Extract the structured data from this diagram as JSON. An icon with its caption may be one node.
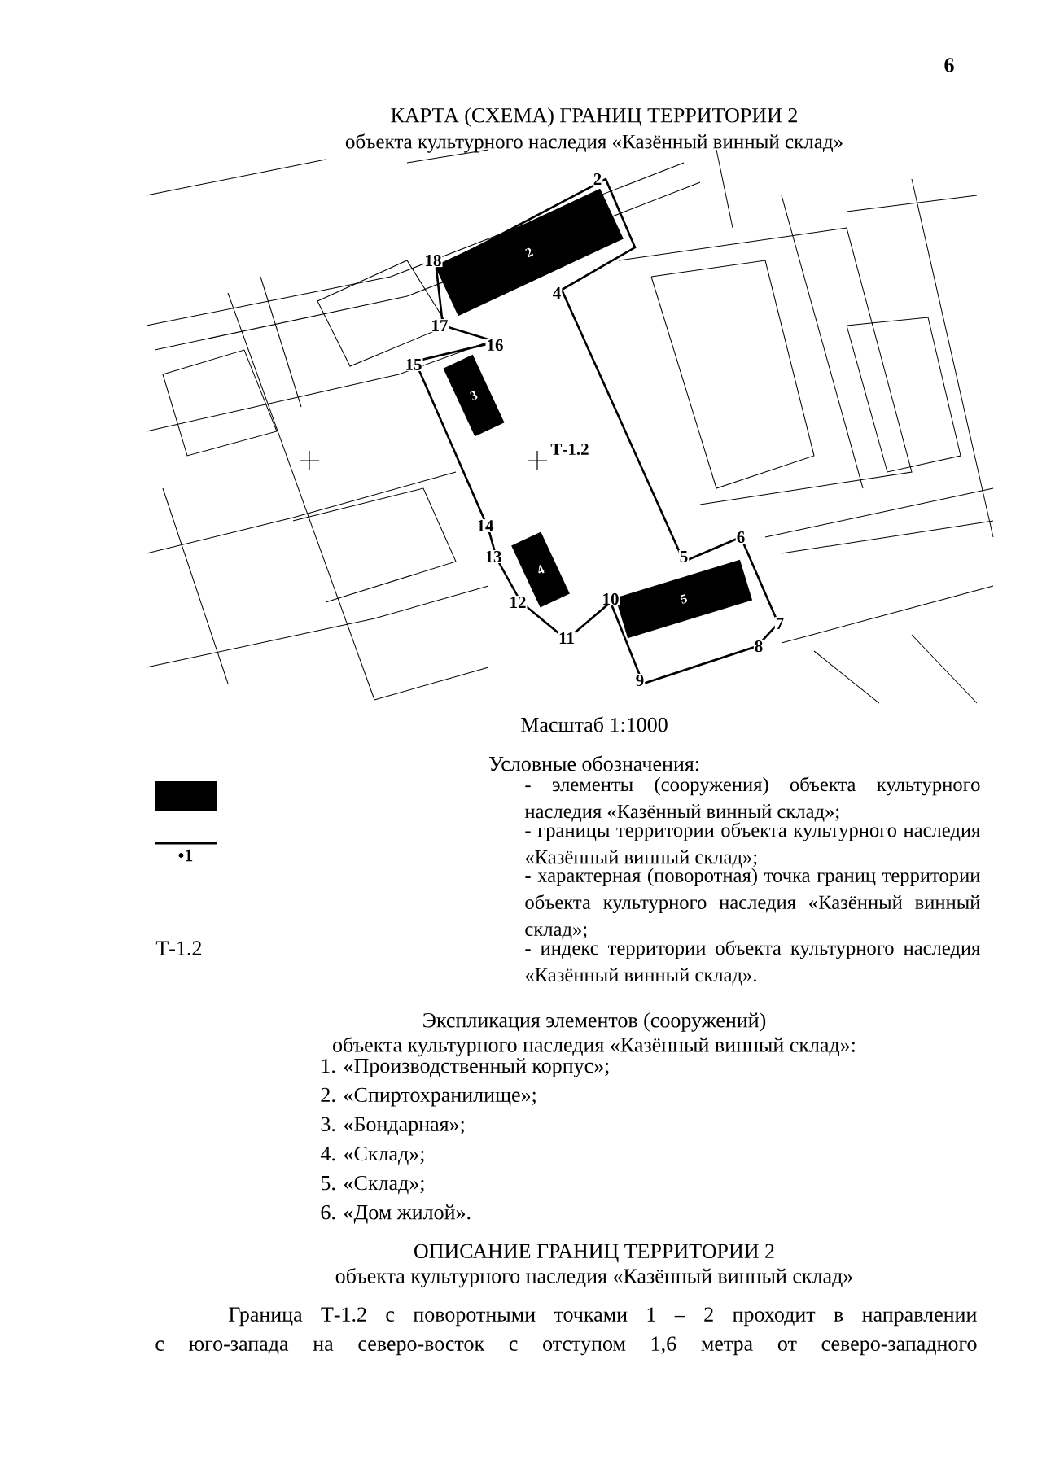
{
  "diagram": {
    "title": "КАРТА (СХЕМА) ГРАНИЦ ТЕРРИТОРИИ 2",
    "nodes": [
      {
        "text": [
          "2"
        ]
      },
      {
        "text": [
          "3"
        ]
      },
      {
        "text": [
          "4"
        ]
      },
      {
        "text": [
          "5"
        ]
      }
    ],
    "labels": [
      "6",
      "объекта культурного наследия «Казённый винный склад»",
      "2",
      "18",
      "4",
      "17",
      "16",
      "15",
      "Т-1.2",
      "14",
      "13",
      "6",
      "5",
      "10",
      "12",
      "7",
      "11",
      "8",
      "9",
      "Масштаб 1:1000",
      "Условные обозначения:",
      "•1",
      "Т-1.2",
      "Экспликация элементов (сооружений)",
      "объекта культурного наследия «Казённый винный склад»:",
      "1. «Производственный корпус»;",
      "2. «Спиртохранилище»;",
      "3. «Бондарная»;",
      "4. «Склад»;",
      "5. «Склад»;",
      "6. «Дом жилой».",
      "ОПИСАНИЕ ГРАНИЦ ТЕРРИТОРИИ 2",
      "объекта культурного наследия «Казённый винный склад»",
      "Граница Т-1.2 с поворотными точками 1 – 2 проходит в направлении с юго-запада на северо-восток с отступом 1,6 метра от северо-западного"
    ],
    "legend": [
      {
        "text": "- элементы (сооружения) объекта культурного наследия «Казённый винный склад»;",
        "color": "#000000"
      },
      {
        "text": "- границы территории объекта культурного наследия «Казённый винный склад»;"
      },
      {
        "text": "- характерная (поворотная) точка границ территории объекта культурного наследия «Казённый винный склад»;"
      },
      {
        "text": "- индекс территории объекта культурного наследия «Казённый винный склад»."
      }
    ]
  }
}
